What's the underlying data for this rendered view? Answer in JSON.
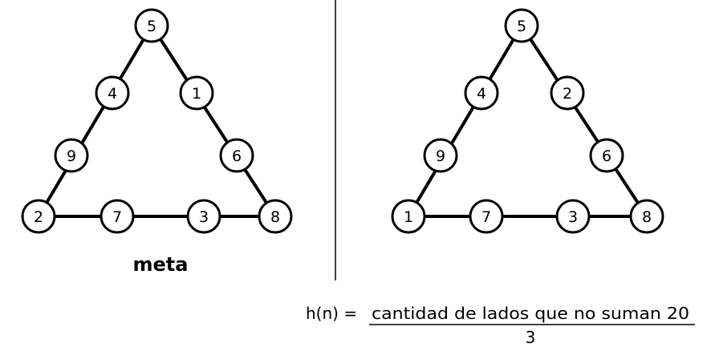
{
  "puzzles": [
    {
      "id": "goal",
      "nodes": {
        "top": "5",
        "left_upper": "4",
        "right_upper": "1",
        "left_middle": "9",
        "right_middle": "6",
        "bottom_left": "2",
        "bottom_mid_left": "7",
        "bottom_mid_right": "3",
        "bottom_right": "8"
      },
      "label": "meta"
    },
    {
      "id": "current",
      "nodes": {
        "top": "5",
        "left_upper": "4",
        "right_upper": "2",
        "left_middle": "9",
        "right_middle": "6",
        "bottom_left": "1",
        "bottom_mid_left": "7",
        "bottom_mid_right": "3",
        "bottom_right": "8"
      }
    }
  ],
  "formula": {
    "lhs": "h(n) =",
    "numerator": "cantidad de lados que no suman 20",
    "denominator": "3"
  }
}
